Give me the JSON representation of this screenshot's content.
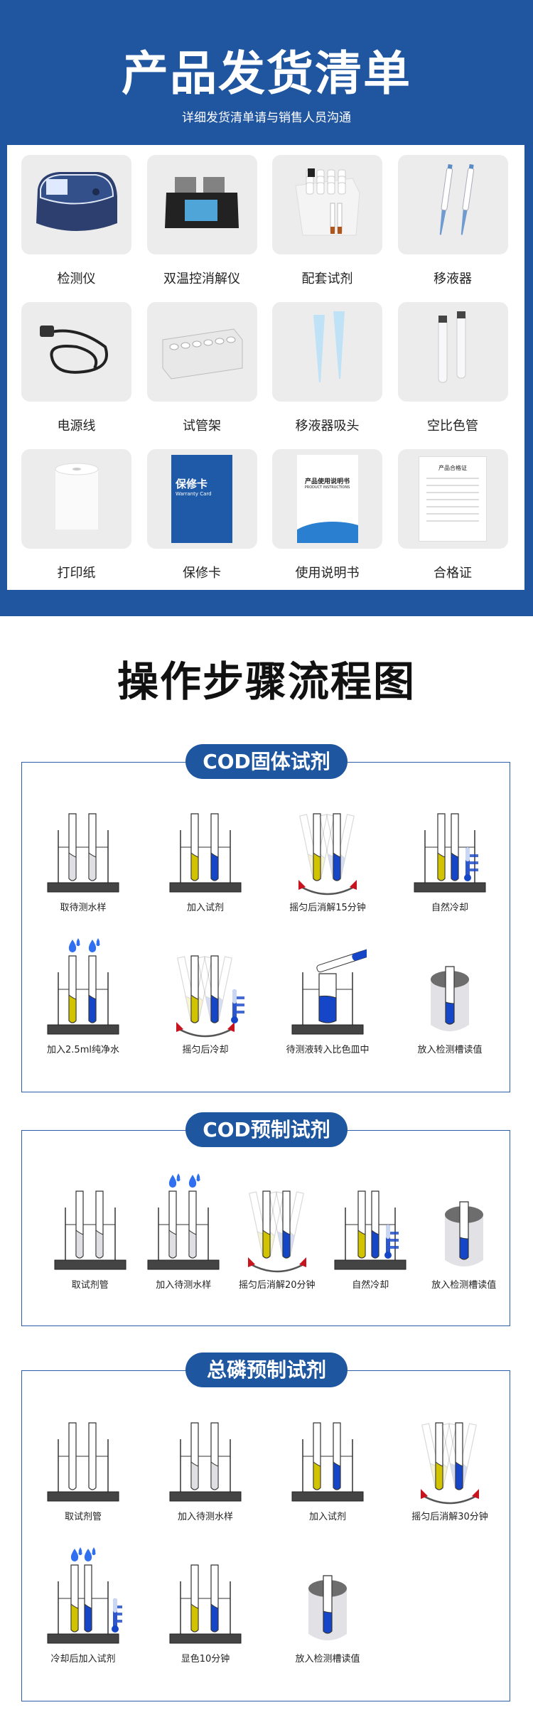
{
  "hero": {
    "title": "产品发货清单",
    "subtitle": "详细发货清单请与销售人员沟通"
  },
  "products": [
    {
      "label": "检测仪",
      "icon": "analyzer-device"
    },
    {
      "label": "双温控消解仪",
      "icon": "digester-device"
    },
    {
      "label": "配套试剂",
      "icon": "reagent-box"
    },
    {
      "label": "移液器",
      "icon": "pipette"
    },
    {
      "label": "电源线",
      "icon": "power-cord"
    },
    {
      "label": "试管架",
      "icon": "tube-rack"
    },
    {
      "label": "移液器吸头",
      "icon": "pipette-tips"
    },
    {
      "label": "空比色管",
      "icon": "empty-tubes"
    },
    {
      "label": "打印纸",
      "icon": "paper-roll"
    },
    {
      "label": "保修卡",
      "icon": "warranty-card"
    },
    {
      "label": "使用说明书",
      "icon": "manual"
    },
    {
      "label": "合格证",
      "icon": "certificate"
    }
  ],
  "product_texts": {
    "warranty_title": "保修卡",
    "warranty_en": "Warranty Card",
    "manual_title": "产品使用说明书",
    "manual_en": "PRODUCT INSTRUCTIONS",
    "cert_title": "产品合格证"
  },
  "flow_title": "操作步骤流程图",
  "colors": {
    "brand_blue": "#2056a0",
    "liquid_yellow": "#d2c300",
    "liquid_blue": "#1646c8",
    "sample_grey": "#e0e0e4",
    "base": "#444444",
    "arrow_red": "#c8141e"
  },
  "sections": [
    {
      "title": "COD固体试剂",
      "steps": [
        {
          "label": "取待测水样",
          "scene": "beaker",
          "liquid": "sample"
        },
        {
          "label": "加入试剂",
          "scene": "beaker",
          "liquid": "reagent"
        },
        {
          "label": "摇匀后消解15分钟",
          "scene": "shake",
          "liquid": "reagent"
        },
        {
          "label": "自然冷却",
          "scene": "beaker",
          "liquid": "reagent",
          "thermometer": true
        },
        {
          "label": "加入2.5ml纯净水",
          "scene": "beaker",
          "liquid": "reagent",
          "drops": true
        },
        {
          "label": "摇匀后冷却",
          "scene": "shake",
          "liquid": "reagent",
          "thermometer": true
        },
        {
          "label": "待测液转入比色皿中",
          "scene": "transfer",
          "liquid": "reagent"
        },
        {
          "label": "放入检测槽读值",
          "scene": "reader",
          "liquid": "reagent"
        }
      ]
    },
    {
      "title": "COD预制试剂",
      "steps": [
        {
          "label": "取试剂管",
          "scene": "beaker",
          "liquid": "sample"
        },
        {
          "label": "加入待测水样",
          "scene": "beaker",
          "liquid": "sample",
          "drops": true
        },
        {
          "label": "摇匀后消解20分钟",
          "scene": "shake",
          "liquid": "reagent"
        },
        {
          "label": "自然冷却",
          "scene": "beaker",
          "liquid": "reagent",
          "thermometer": true
        },
        {
          "label": "放入检测槽读值",
          "scene": "reader",
          "liquid": "reagent"
        }
      ]
    },
    {
      "title": "总磷预制试剂",
      "steps": [
        {
          "label": "取试剂管",
          "scene": "beaker",
          "liquid": "empty"
        },
        {
          "label": "加入待测水样",
          "scene": "beaker",
          "liquid": "sample"
        },
        {
          "label": "加入试剂",
          "scene": "beaker",
          "liquid": "reagent"
        },
        {
          "label": "摇匀后消解30分钟",
          "scene": "shake",
          "liquid": "reagent"
        },
        {
          "label": "冷却后加入试剂",
          "scene": "beaker",
          "liquid": "reagent",
          "drops": true,
          "thermometer": true
        },
        {
          "label": "显色10分钟",
          "scene": "beaker",
          "liquid": "reagent"
        },
        {
          "label": "放入检测槽读值",
          "scene": "reader",
          "liquid": "reagent"
        }
      ]
    }
  ]
}
